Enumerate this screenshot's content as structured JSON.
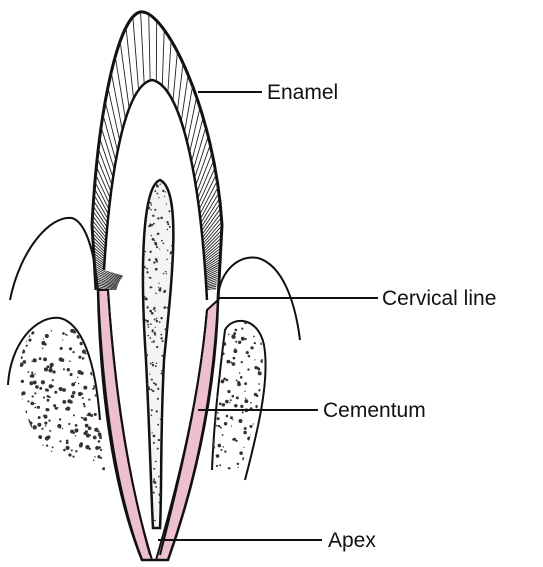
{
  "labels": {
    "enamel": "Enamel",
    "cervical_line": "Cervical line",
    "cementum": "Cementum",
    "apex": "Apex"
  },
  "colors": {
    "outline": "#111111",
    "cementum_fill": "#eebfcd",
    "stipple": "#333333",
    "background": "#ffffff"
  }
}
